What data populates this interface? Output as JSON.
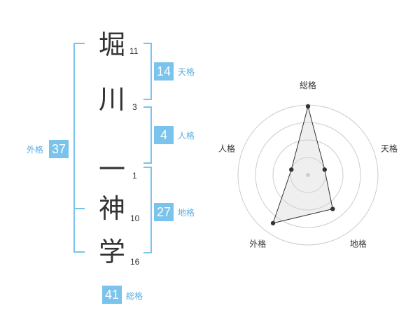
{
  "name": {
    "chars": [
      {
        "char": "堀",
        "strokes": "11"
      },
      {
        "char": "川",
        "strokes": "3"
      },
      {
        "char": "一",
        "strokes": "1"
      },
      {
        "char": "神",
        "strokes": "10"
      },
      {
        "char": "学",
        "strokes": "16"
      }
    ]
  },
  "fortunes": {
    "ten": {
      "value": "14",
      "label": "天格"
    },
    "jin": {
      "value": "4",
      "label": "人格"
    },
    "chi": {
      "value": "27",
      "label": "地格"
    },
    "gai": {
      "value": "37",
      "label": "外格"
    },
    "sou": {
      "value": "41",
      "label": "総格"
    }
  },
  "colors": {
    "accent": "#79c3ec",
    "label": "#5aaee0",
    "text": "#333333"
  },
  "chart_data": {
    "type": "radar",
    "axes": [
      "総格",
      "天格",
      "地格",
      "外格",
      "人格"
    ],
    "values": [
      0.98,
      0.25,
      0.6,
      0.85,
      0.25
    ],
    "max": 1,
    "rings": 4
  }
}
